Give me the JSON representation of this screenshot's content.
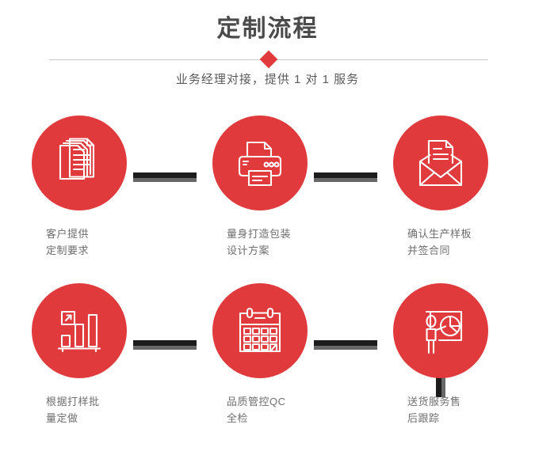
{
  "header": {
    "title": "定制流程",
    "subtitle": "业务经理对接，提供 1 对 1 服务",
    "divider_icon": "diamond-icon"
  },
  "theme": {
    "accent_red": "#e03a3c",
    "connector_dark": "#1c1c1c",
    "connector_shadow": "#676767",
    "title_color": "#4b4b4b",
    "label_color": "#6e6e6e",
    "divider_color": "#c9c9c9",
    "background": "#ffffff"
  },
  "flow": {
    "rows": [
      {
        "steps": [
          {
            "icon": "documents-stack-icon",
            "label_line1": "客户提供",
            "label_line2": "定制要求"
          },
          {
            "icon": "printer-icon",
            "label_line1": "量身打造包装",
            "label_line2": "设计方案"
          },
          {
            "icon": "envelope-document-icon",
            "label_line1": "确认生产样板",
            "label_line2": "并签合同"
          }
        ]
      },
      {
        "steps": [
          {
            "icon": "bar-chart-growth-icon",
            "label_line1": "根据打样批",
            "label_line2": "量定做"
          },
          {
            "icon": "calendar-icon",
            "label_line1": "品质管控QC",
            "label_line2": "全检"
          },
          {
            "icon": "presenter-pie-chart-icon",
            "label_line1": "送货服务售",
            "label_line2": "后跟踪"
          }
        ]
      }
    ],
    "connectors": [
      {
        "name": "connector-top-1-2",
        "orientation": "horizontal"
      },
      {
        "name": "connector-top-2-3",
        "orientation": "horizontal"
      },
      {
        "name": "connector-right-vertical",
        "orientation": "vertical"
      },
      {
        "name": "connector-bottom-1-2",
        "orientation": "horizontal"
      },
      {
        "name": "connector-bottom-2-3",
        "orientation": "horizontal"
      }
    ]
  }
}
